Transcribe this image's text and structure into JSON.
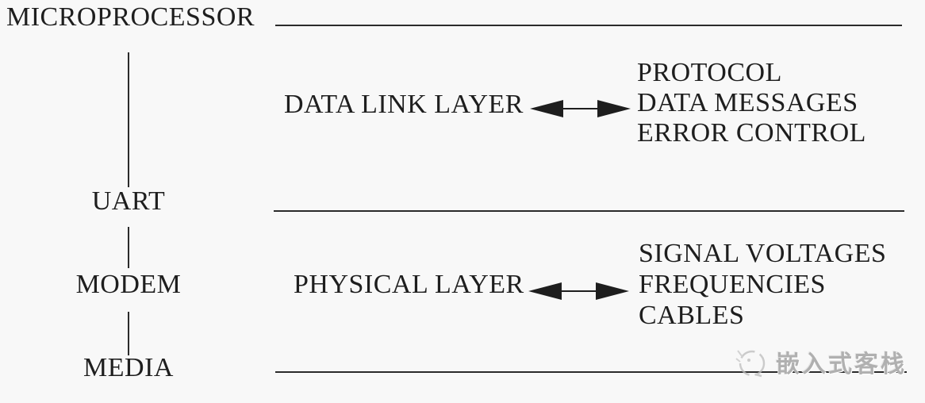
{
  "stack": {
    "items": [
      {
        "id": "microprocessor",
        "label": "MICROPROCESSOR"
      },
      {
        "id": "uart",
        "label": "UART"
      },
      {
        "id": "modem",
        "label": "MODEM"
      },
      {
        "id": "media",
        "label": "MEDIA"
      }
    ]
  },
  "layers": [
    {
      "id": "data-link-layer",
      "name": "DATA LINK LAYER",
      "attributes": [
        "PROTOCOL",
        "DATA MESSAGES",
        "ERROR CONTROL"
      ]
    },
    {
      "id": "physical-layer",
      "name": "PHYSICAL LAYER",
      "attributes": [
        "SIGNAL VOLTAGES",
        "FREQUENCIES",
        "CABLES"
      ]
    }
  ],
  "watermark": {
    "text": "嵌入式客栈",
    "icon": "brand-logo-icon"
  },
  "colors": {
    "background": "#f8f8f8",
    "ink": "#1e1e1e",
    "line": "#2b2b2b",
    "watermark": "#b0b0b0"
  }
}
